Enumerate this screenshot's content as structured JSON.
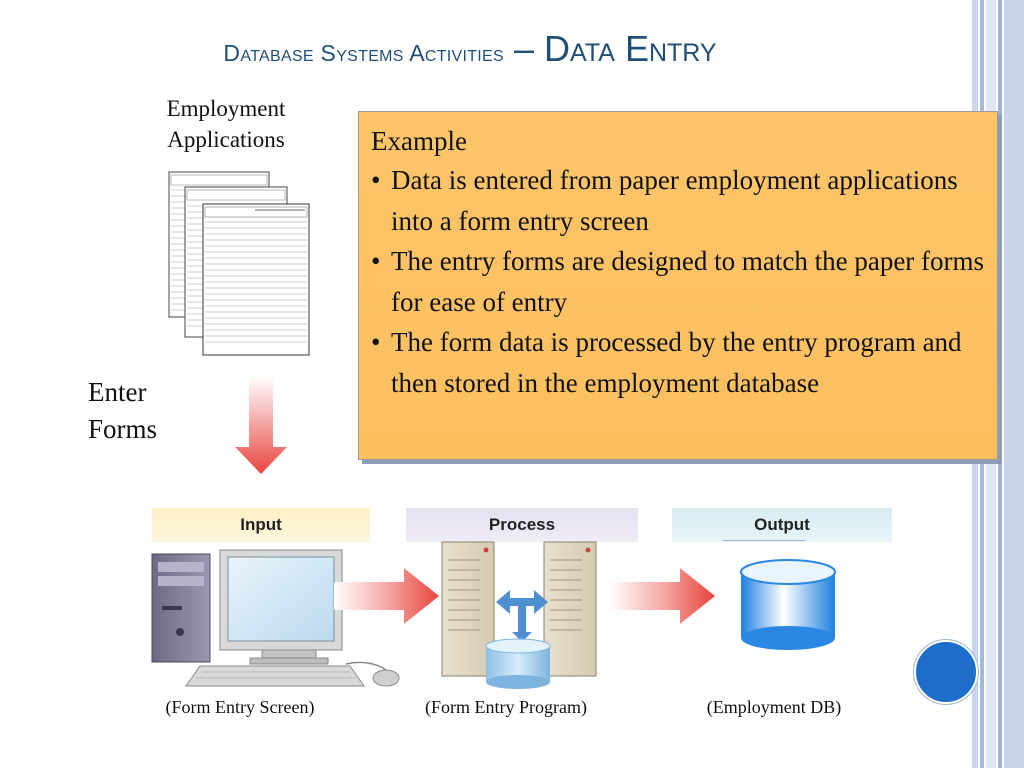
{
  "slide": {
    "title_part1": "Database Systems Activities",
    "title_dash": " – ",
    "title_part2": "Data Entry",
    "employment_label_line1": "Employment",
    "employment_label_line2": "Applications",
    "enter_label_line1": "Enter",
    "enter_label_line2": "Forms"
  },
  "example": {
    "heading": "Example",
    "bullets": [
      "Data is entered from paper employment applications into a form entry screen",
      "The entry forms are designed to match the paper forms for ease of entry",
      "The form data is processed by the entry program and then stored in the employment database"
    ]
  },
  "diagram": {
    "headers": {
      "input": "Input",
      "process": "Process",
      "output": "Output"
    },
    "captions": {
      "input": "(Form Entry Screen)",
      "process": "(Form Entry Program)",
      "output": "(Employment DB)"
    }
  },
  "colors": {
    "title": "#1f4e79",
    "example_box": "#fbbf5e",
    "input_header": "#fdf0c4",
    "process_header": "#e6e1f0",
    "output_header": "#d7ecf2",
    "arrow_red": "#e8453c",
    "accent_circle": "#1e6fcc"
  }
}
